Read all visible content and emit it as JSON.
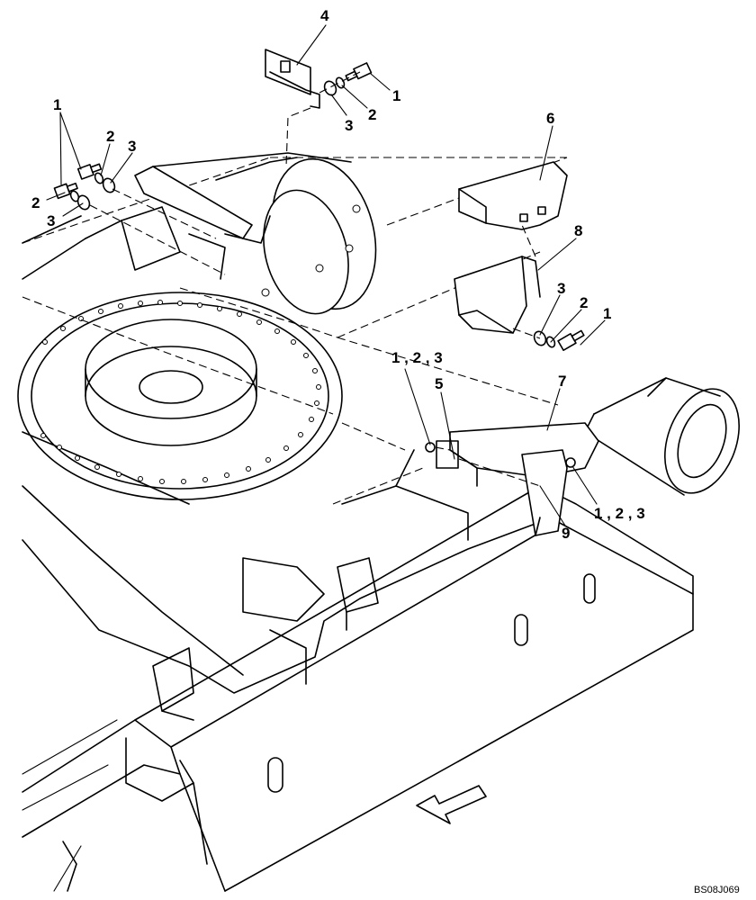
{
  "callouts": {
    "c4": "4",
    "c1_top": "1",
    "c2_top": "2",
    "c3_top": "3",
    "c1_left": "1",
    "c2_left_a": "2",
    "c3_left_a": "3",
    "c2_left_b": "2",
    "c3_left_b": "3",
    "c6": "6",
    "c8": "8",
    "c3_right": "3",
    "c2_right": "2",
    "c1_right": "1",
    "c123_a": "1 , 2 , 3",
    "c5": "5",
    "c7": "7",
    "c9": "9",
    "c123_b": "1 , 2 , 3"
  },
  "drawing_code": "BS08J069"
}
